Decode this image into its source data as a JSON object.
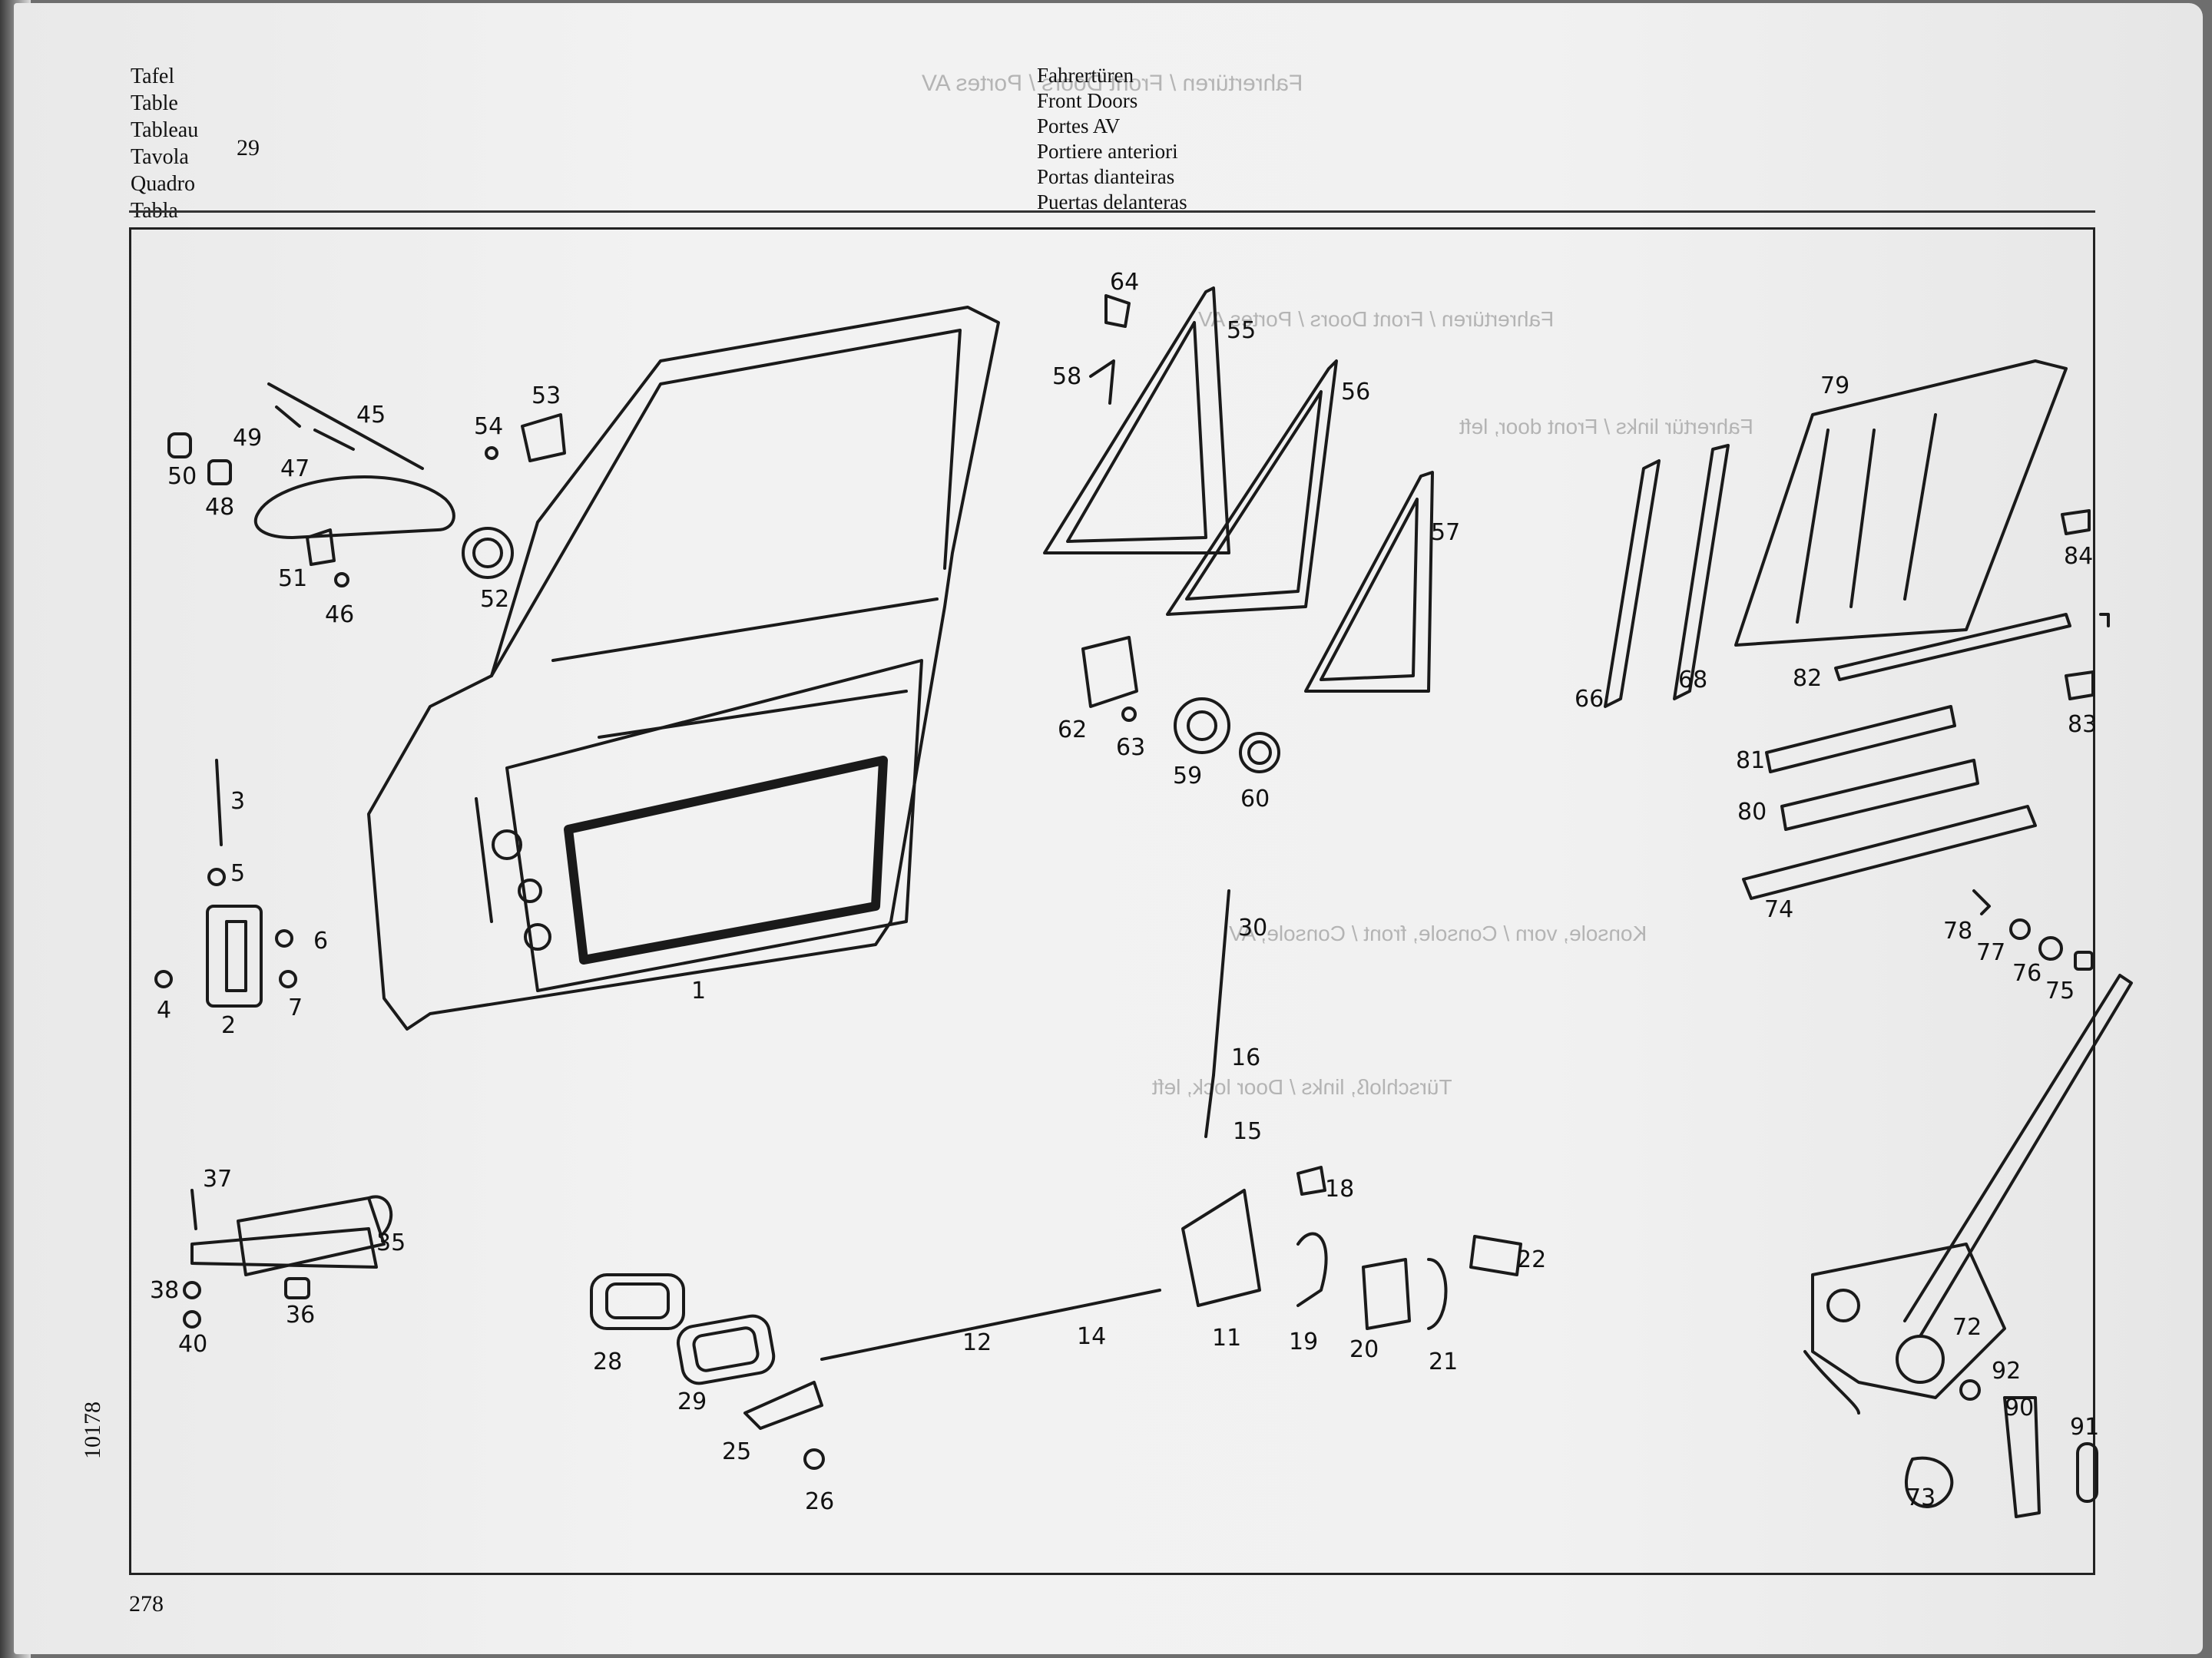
{
  "header": {
    "table_labels": [
      "Tafel",
      "Table",
      "Tableau",
      "Tavola",
      "Quadro",
      "Tabla"
    ],
    "table_number": "29",
    "titles": [
      "Fahrertüren",
      "Front Doors",
      "Portes AV",
      "Portiere anteriori",
      "Portas dianteiras",
      "Puertas delanteras"
    ]
  },
  "footer": {
    "page_number": "278",
    "side_number": "10178"
  },
  "callouts": [
    "1",
    "2",
    "3",
    "4",
    "5",
    "6",
    "7",
    "11",
    "12",
    "14",
    "15",
    "16",
    "18",
    "19",
    "20",
    "21",
    "22",
    "25",
    "26",
    "28",
    "29",
    "30",
    "35",
    "36",
    "37",
    "38",
    "40",
    "45",
    "46",
    "47",
    "48",
    "49",
    "50",
    "51",
    "52",
    "53",
    "54",
    "55",
    "56",
    "57",
    "58",
    "59",
    "60",
    "62",
    "63",
    "64",
    "66",
    "68",
    "72",
    "73",
    "74",
    "75",
    "76",
    "77",
    "78",
    "79",
    "80",
    "81",
    "82",
    "83",
    "84",
    "90",
    "91",
    "92"
  ],
  "colors": {
    "paper": "#f0f0f0",
    "ink": "#1a1a1a",
    "bleed": "#b4b4b4"
  }
}
